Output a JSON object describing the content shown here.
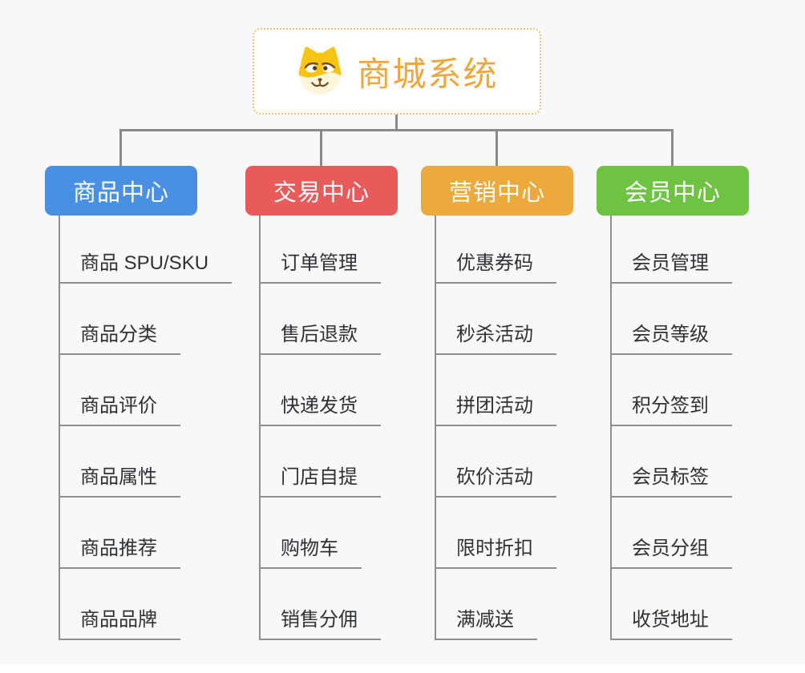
{
  "root": {
    "title": "商城系统",
    "icon": "dog-face-icon"
  },
  "branches": [
    {
      "label": "商品中心",
      "color": "#4a90e2",
      "children": [
        "商品 SPU/SKU",
        "商品分类",
        "商品评价",
        "商品属性",
        "商品推荐",
        "商品品牌"
      ]
    },
    {
      "label": "交易中心",
      "color": "#e75b5b",
      "children": [
        "订单管理",
        "售后退款",
        "快递发货",
        "门店自提",
        "购物车",
        "销售分佣"
      ]
    },
    {
      "label": "营销中心",
      "color": "#ecaa3d",
      "children": [
        "优惠券码",
        "秒杀活动",
        "拼团活动",
        "砍价活动",
        "限时折扣",
        "满减送"
      ]
    },
    {
      "label": "会员中心",
      "color": "#6ec343",
      "children": [
        "会员管理",
        "会员等级",
        "积分签到",
        "会员标签",
        "会员分组",
        "收货地址"
      ]
    }
  ],
  "colors": {
    "background": "#f8f8f8",
    "connector": "#8a8a8a",
    "underline": "#8f8f8f",
    "root_border": "#f2c176",
    "root_text": "#efa63c",
    "child_text": "#2e3235"
  }
}
